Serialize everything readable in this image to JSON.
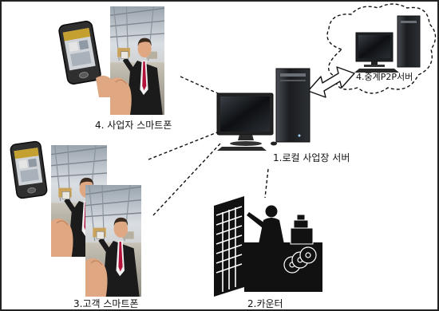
{
  "labels": {
    "owner_phone": "4. 사업자 스마트폰",
    "local_server": "1.로컬 사업장 서버",
    "relay_server": "4.중계P2P서버",
    "customer_phone": "3.고객 스마트폰",
    "counter": "2.카운터"
  },
  "colors": {
    "line": "#111111",
    "photo_sky": "#d9dee3",
    "suit": "#1b1b1b",
    "tie": "#b3123a",
    "skin": "#e0a882",
    "phone_body": "#2f2f2f",
    "counter_fill": "#111111"
  },
  "icons": [
    "computer-icon",
    "server-tower-icon",
    "cloud-icon",
    "smartphone-icon",
    "businessman-photo",
    "cashier-icon",
    "cash-register-icon",
    "disc-icon"
  ]
}
